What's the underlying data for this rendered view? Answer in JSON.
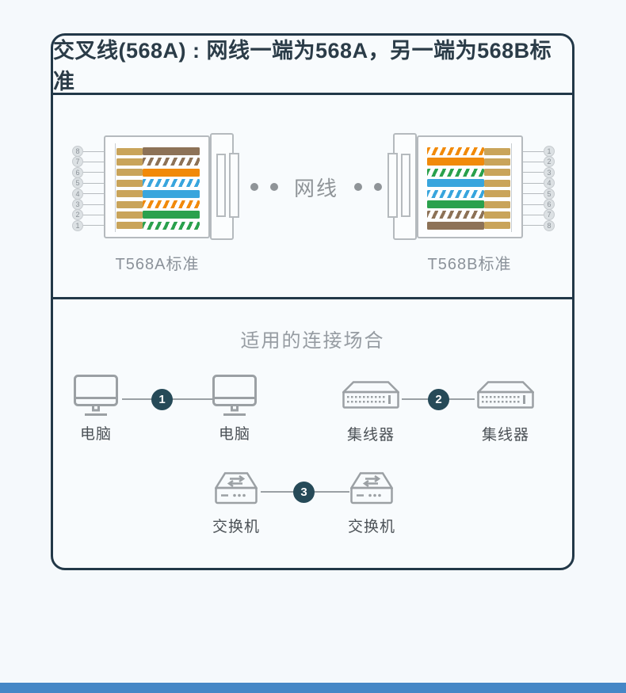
{
  "header": {
    "title": "交叉线(568A) : 网线一端为568A，另一端为568B标准"
  },
  "connector_section": {
    "cable_label": "网线",
    "left": {
      "label": "T568A标准",
      "pins": [
        8,
        7,
        6,
        5,
        4,
        3,
        2,
        1
      ],
      "wires": [
        "brown",
        "white-brown",
        "orange",
        "white-blue",
        "blue",
        "white-orange",
        "green",
        "white-green"
      ]
    },
    "right": {
      "label": "T568B标准",
      "pins": [
        1,
        2,
        3,
        4,
        5,
        6,
        7,
        8
      ],
      "wires": [
        "white-orange",
        "orange",
        "white-green",
        "blue",
        "white-blue",
        "green",
        "white-brown",
        "brown"
      ]
    }
  },
  "usage": {
    "title": "适用的连接场合",
    "pairs": [
      {
        "badge": "1",
        "left": {
          "icon": "computer",
          "label": "电脑"
        },
        "right": {
          "icon": "computer",
          "label": "电脑"
        }
      },
      {
        "badge": "2",
        "left": {
          "icon": "hub",
          "label": "集线器"
        },
        "right": {
          "icon": "hub",
          "label": "集线器"
        }
      },
      {
        "badge": "3",
        "left": {
          "icon": "switch",
          "label": "交换机"
        },
        "right": {
          "icon": "switch",
          "label": "交换机"
        }
      }
    ]
  },
  "colors": {
    "background": "#f5f9fc",
    "box_border": "#223848",
    "header_text": "#2b3c48",
    "muted_text": "#969ca2",
    "label_text": "#4b5156",
    "icon_stroke": "#9ba0a4",
    "badge_bg": "#264a58",
    "bottom_bar": "#4587c6",
    "wire_gold": "#c9a45a",
    "wire_brown": "#8d7257",
    "wire_orange": "#f18a0a",
    "wire_blue": "#38a5dd",
    "wire_green": "#2aa14d"
  }
}
